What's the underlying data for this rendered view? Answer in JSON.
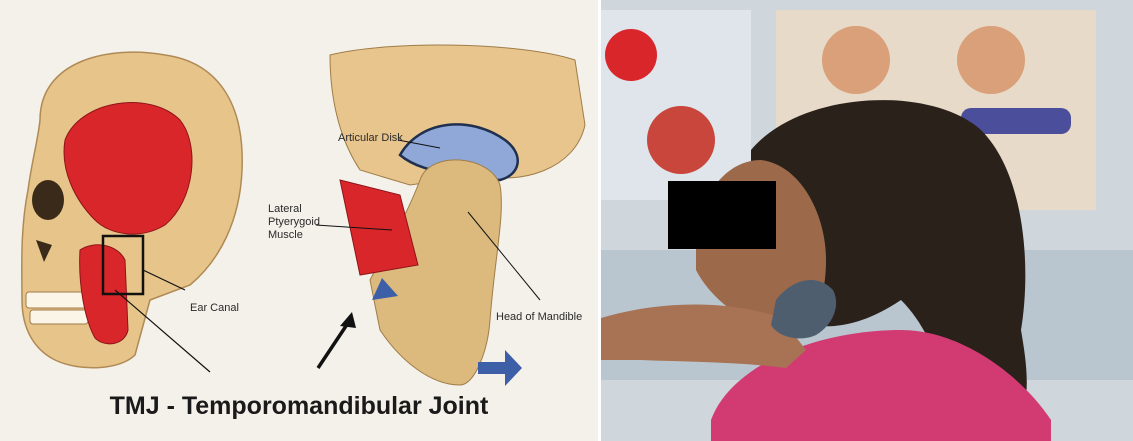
{
  "caption": "TMJ - Temporomandibular Joint",
  "labels": {
    "articular_disk": "Articular Disk",
    "lateral_pterygoid": "Lateral\nPtyerygoid\nMuscle",
    "ear_canal": "Ear Canal",
    "head_of_mandible": "Head of Mandible"
  },
  "colors": {
    "muscle": "#d8262b",
    "bone": "#e8c98f",
    "disk": "#8fa8d8",
    "arrow": "#3c5fa8",
    "redaction": "#000000",
    "shirt": "#d23a72"
  }
}
